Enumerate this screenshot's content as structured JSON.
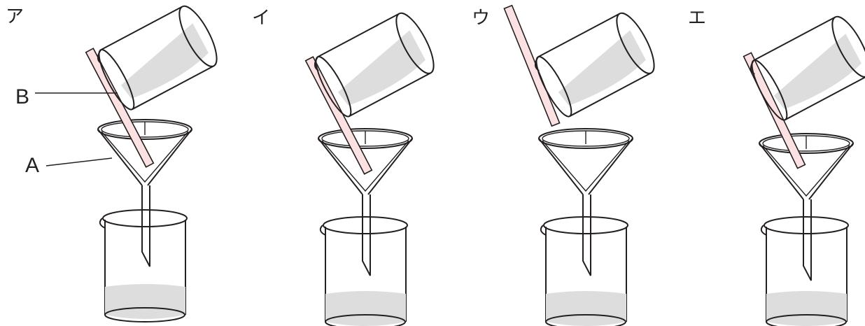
{
  "panels": [
    {
      "label": "ア",
      "part_labels": [
        "B",
        "A"
      ]
    },
    {
      "label": "イ"
    },
    {
      "label": "ウ"
    },
    {
      "label": "エ"
    }
  ],
  "colors": {
    "line": "#231f20",
    "liquid": "#dddddd",
    "rod": "#fbe1e1"
  }
}
